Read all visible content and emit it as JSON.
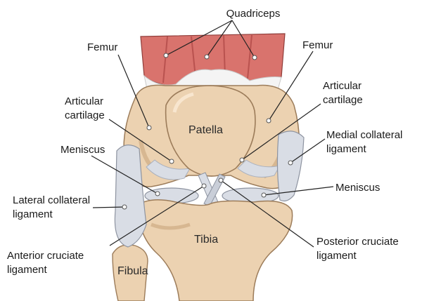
{
  "labels": {
    "quadriceps": "Quadriceps",
    "femur_left": "Femur",
    "femur_right": "Femur",
    "articular_left_1": "Articular",
    "articular_left_2": "cartilage",
    "articular_right_1": "Articular",
    "articular_right_2": "cartilage",
    "patella": "Patella",
    "medial_collateral_1": "Medial collateral",
    "medial_collateral_2": "ligament",
    "meniscus_left": "Meniscus",
    "meniscus_right": "Meniscus",
    "lateral_collateral_1": "Lateral collateral",
    "lateral_collateral_2": "ligament",
    "tibia": "Tibia",
    "posterior_cruciate_1": "Posterior cruciate",
    "posterior_cruciate_2": "ligament",
    "anterior_cruciate_1": "Anterior cruciate",
    "anterior_cruciate_2": "ligament",
    "fibula": "Fibula"
  },
  "colors": {
    "muscle": "#d9736d",
    "muscle_dark": "#b9524f",
    "bone": "#ecd2b1",
    "bone_shade": "#d7b791",
    "bone_outline": "#9c7c5a",
    "ligament": "#d9dde5",
    "ligament_shade": "#a9b0be",
    "tendon": "#f4f4f4"
  }
}
